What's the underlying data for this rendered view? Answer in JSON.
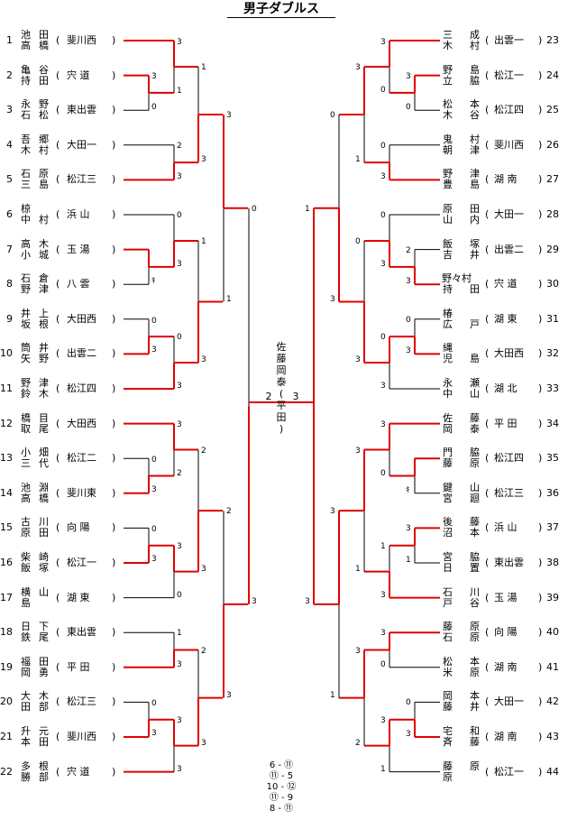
{
  "title": "男子ダブルス",
  "left": [
    {
      "no": "1",
      "a": "池 田",
      "b": "高 橋",
      "school": "斐川西"
    },
    {
      "no": "2",
      "a": "亀 谷",
      "b": "持 田",
      "school": "宍 道"
    },
    {
      "no": "3",
      "a": "永 野",
      "b": "石 松",
      "school": "東出雲"
    },
    {
      "no": "4",
      "a": "吾 郷",
      "b": "木 村",
      "school": "大田一"
    },
    {
      "no": "5",
      "a": "石 原",
      "b": "三 島",
      "school": "松江三"
    },
    {
      "no": "6",
      "a": "椋",
      "b": "中 村",
      "school": "浜 山"
    },
    {
      "no": "7",
      "a": "高 木",
      "b": "小 城",
      "school": "玉 湯"
    },
    {
      "no": "8",
      "a": "石 倉",
      "b": "野 津",
      "school": "八 雲"
    },
    {
      "no": "9",
      "a": "井 上",
      "b": "坂 根",
      "school": "大田西"
    },
    {
      "no": "10",
      "a": "筒 井",
      "b": "矢 野",
      "school": "出雲二"
    },
    {
      "no": "11",
      "a": "野 津",
      "b": "鈴 木",
      "school": "松江四"
    },
    {
      "no": "12",
      "a": "橋 目",
      "b": "取 尾",
      "school": "大田西"
    },
    {
      "no": "13",
      "a": "小 畑",
      "b": "三 代",
      "school": "松江二"
    },
    {
      "no": "14",
      "a": "池 淵",
      "b": "高 橋",
      "school": "斐川東"
    },
    {
      "no": "15",
      "a": "古 川",
      "b": "原 田",
      "school": "向 陽"
    },
    {
      "no": "16",
      "a": "柴 崎",
      "b": "飯 塚",
      "school": "松江一"
    },
    {
      "no": "17",
      "a": "横 山",
      "b": "島",
      "school": "湖 東"
    },
    {
      "no": "18",
      "a": "日 下",
      "b": "鉄 尾",
      "school": "東出雲"
    },
    {
      "no": "19",
      "a": "福 田",
      "b": "岡 勇",
      "school": "平 田"
    },
    {
      "no": "20",
      "a": "大 木",
      "b": "田 部",
      "school": "松江三"
    },
    {
      "no": "21",
      "a": "升 元",
      "b": "本 田",
      "school": "斐川西"
    },
    {
      "no": "22",
      "a": "多 根",
      "b": "勝 部",
      "school": "宍 道"
    }
  ],
  "right": [
    {
      "no": "23",
      "a": "三 成",
      "b": "木 村",
      "school": "出雲一"
    },
    {
      "no": "24",
      "a": "野 島",
      "b": "立 脇",
      "school": "松江一"
    },
    {
      "no": "25",
      "a": "松 本",
      "b": "木 谷",
      "school": "松江四"
    },
    {
      "no": "26",
      "a": "鬼 村",
      "b": "朝 津",
      "school": "斐川西"
    },
    {
      "no": "27",
      "a": "野 津",
      "b": "豊 島",
      "school": "湖 南"
    },
    {
      "no": "28",
      "a": "原 田",
      "b": "山 内",
      "school": "大田一"
    },
    {
      "no": "29",
      "a": "飯 塚",
      "b": "吉 井",
      "school": "出雲二"
    },
    {
      "no": "30",
      "a": "野々村",
      "b": "持 田",
      "school": "宍 道"
    },
    {
      "no": "31",
      "a": "椿",
      "b": "広 戸",
      "school": "湖 東"
    },
    {
      "no": "32",
      "a": "縄",
      "b": "児 島",
      "school": "大田西"
    },
    {
      "no": "33",
      "a": "永 瀬",
      "b": "中 山",
      "school": "湖 北"
    },
    {
      "no": "34",
      "a": "佐 藤",
      "b": "岡 泰",
      "school": "平 田"
    },
    {
      "no": "35",
      "a": "門 脇",
      "b": "藤 原",
      "school": "松江四"
    },
    {
      "no": "36",
      "a": "鍵 山",
      "b": "宮 廻",
      "school": "松江三"
    },
    {
      "no": "37",
      "a": "後 藤",
      "b": "沼 本",
      "school": "浜 山"
    },
    {
      "no": "38",
      "a": "宮 脇",
      "b": "日 置",
      "school": "東出雲"
    },
    {
      "no": "39",
      "a": "石 川",
      "b": "戸 谷",
      "school": "玉 湯"
    },
    {
      "no": "40",
      "a": "藤 原",
      "b": "石 原",
      "school": "向 陽"
    },
    {
      "no": "41",
      "a": "松 本",
      "b": "米 原",
      "school": "湖 南"
    },
    {
      "no": "42",
      "a": "岡 本",
      "b": "藤 井",
      "school": "大田一"
    },
    {
      "no": "43",
      "a": "宅 和",
      "b": "斉 藤",
      "school": "湖 南"
    },
    {
      "no": "44",
      "a": "藤 原",
      "b": "原",
      "school": "松江一"
    }
  ],
  "final": {
    "name": [
      "佐",
      "藤",
      "岡",
      "泰",
      "(",
      "平",
      "田",
      ")"
    ],
    "left_score": "2",
    "right_score": "3"
  },
  "results": [
    "6 - ⑪",
    "⑪ - 5",
    "10 - ⑫",
    "⑪ - 9",
    "8 - ⑪"
  ]
}
